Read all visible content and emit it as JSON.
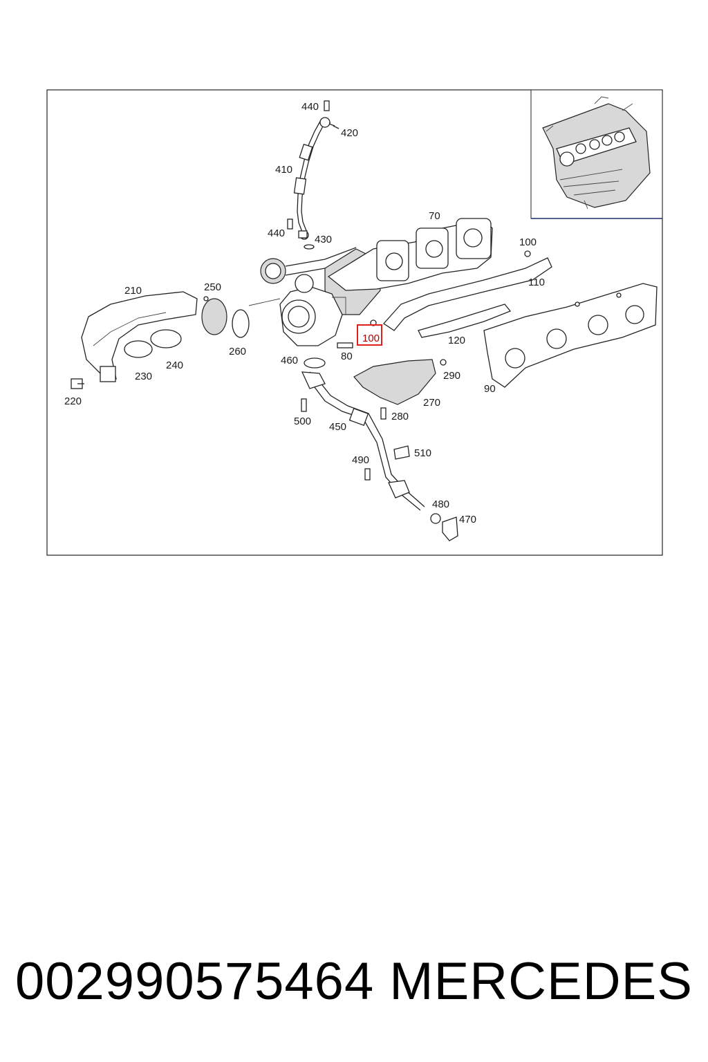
{
  "callouts": {
    "c440a": "440",
    "c420": "420",
    "c410": "410",
    "c440b": "440",
    "c430": "430",
    "c70": "70",
    "c100a": "100",
    "c110": "110",
    "c210": "210",
    "c250": "250",
    "c100b": "100",
    "c120": "120",
    "c260": "260",
    "c460": "460",
    "c80": "80",
    "c240": "240",
    "c230": "230",
    "c290": "290",
    "c90": "90",
    "c220": "220",
    "c270": "270",
    "c500": "500",
    "c280": "280",
    "c450": "450",
    "c510": "510",
    "c490": "490",
    "c480": "480",
    "c470": "470"
  },
  "highlight_color": "#e0201c",
  "footer": {
    "part_number": "002990575464",
    "brand": "MERCEDES"
  }
}
